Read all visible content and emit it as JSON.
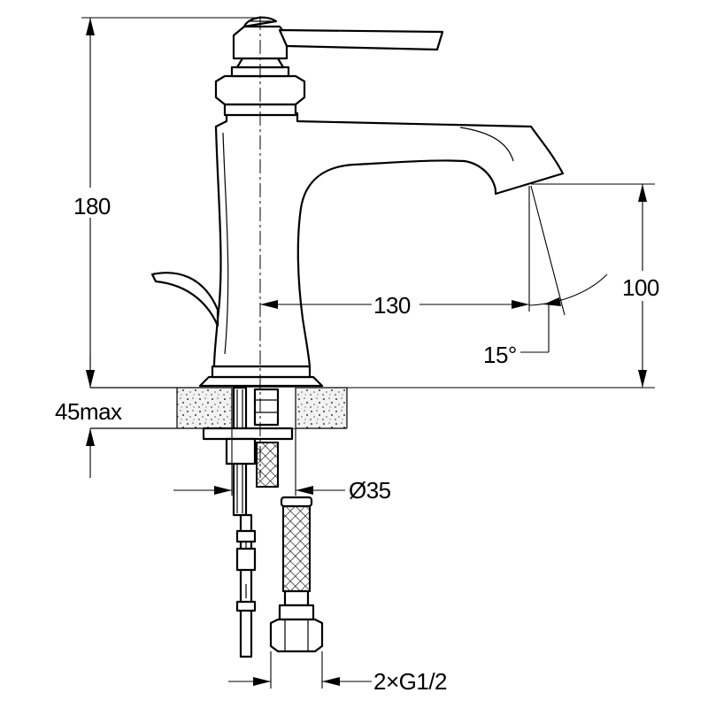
{
  "drawing": {
    "dimensions": {
      "total_height": "180",
      "spout_height": "100",
      "reach": "130",
      "spray_angle": "15°",
      "max_deck_thickness": "45max",
      "hole_diameter": "Ø35",
      "connections": "2×G1/2"
    },
    "colors": {
      "line": "#000000",
      "background": "#ffffff",
      "countertop_fill": "#e8e8e8"
    }
  }
}
